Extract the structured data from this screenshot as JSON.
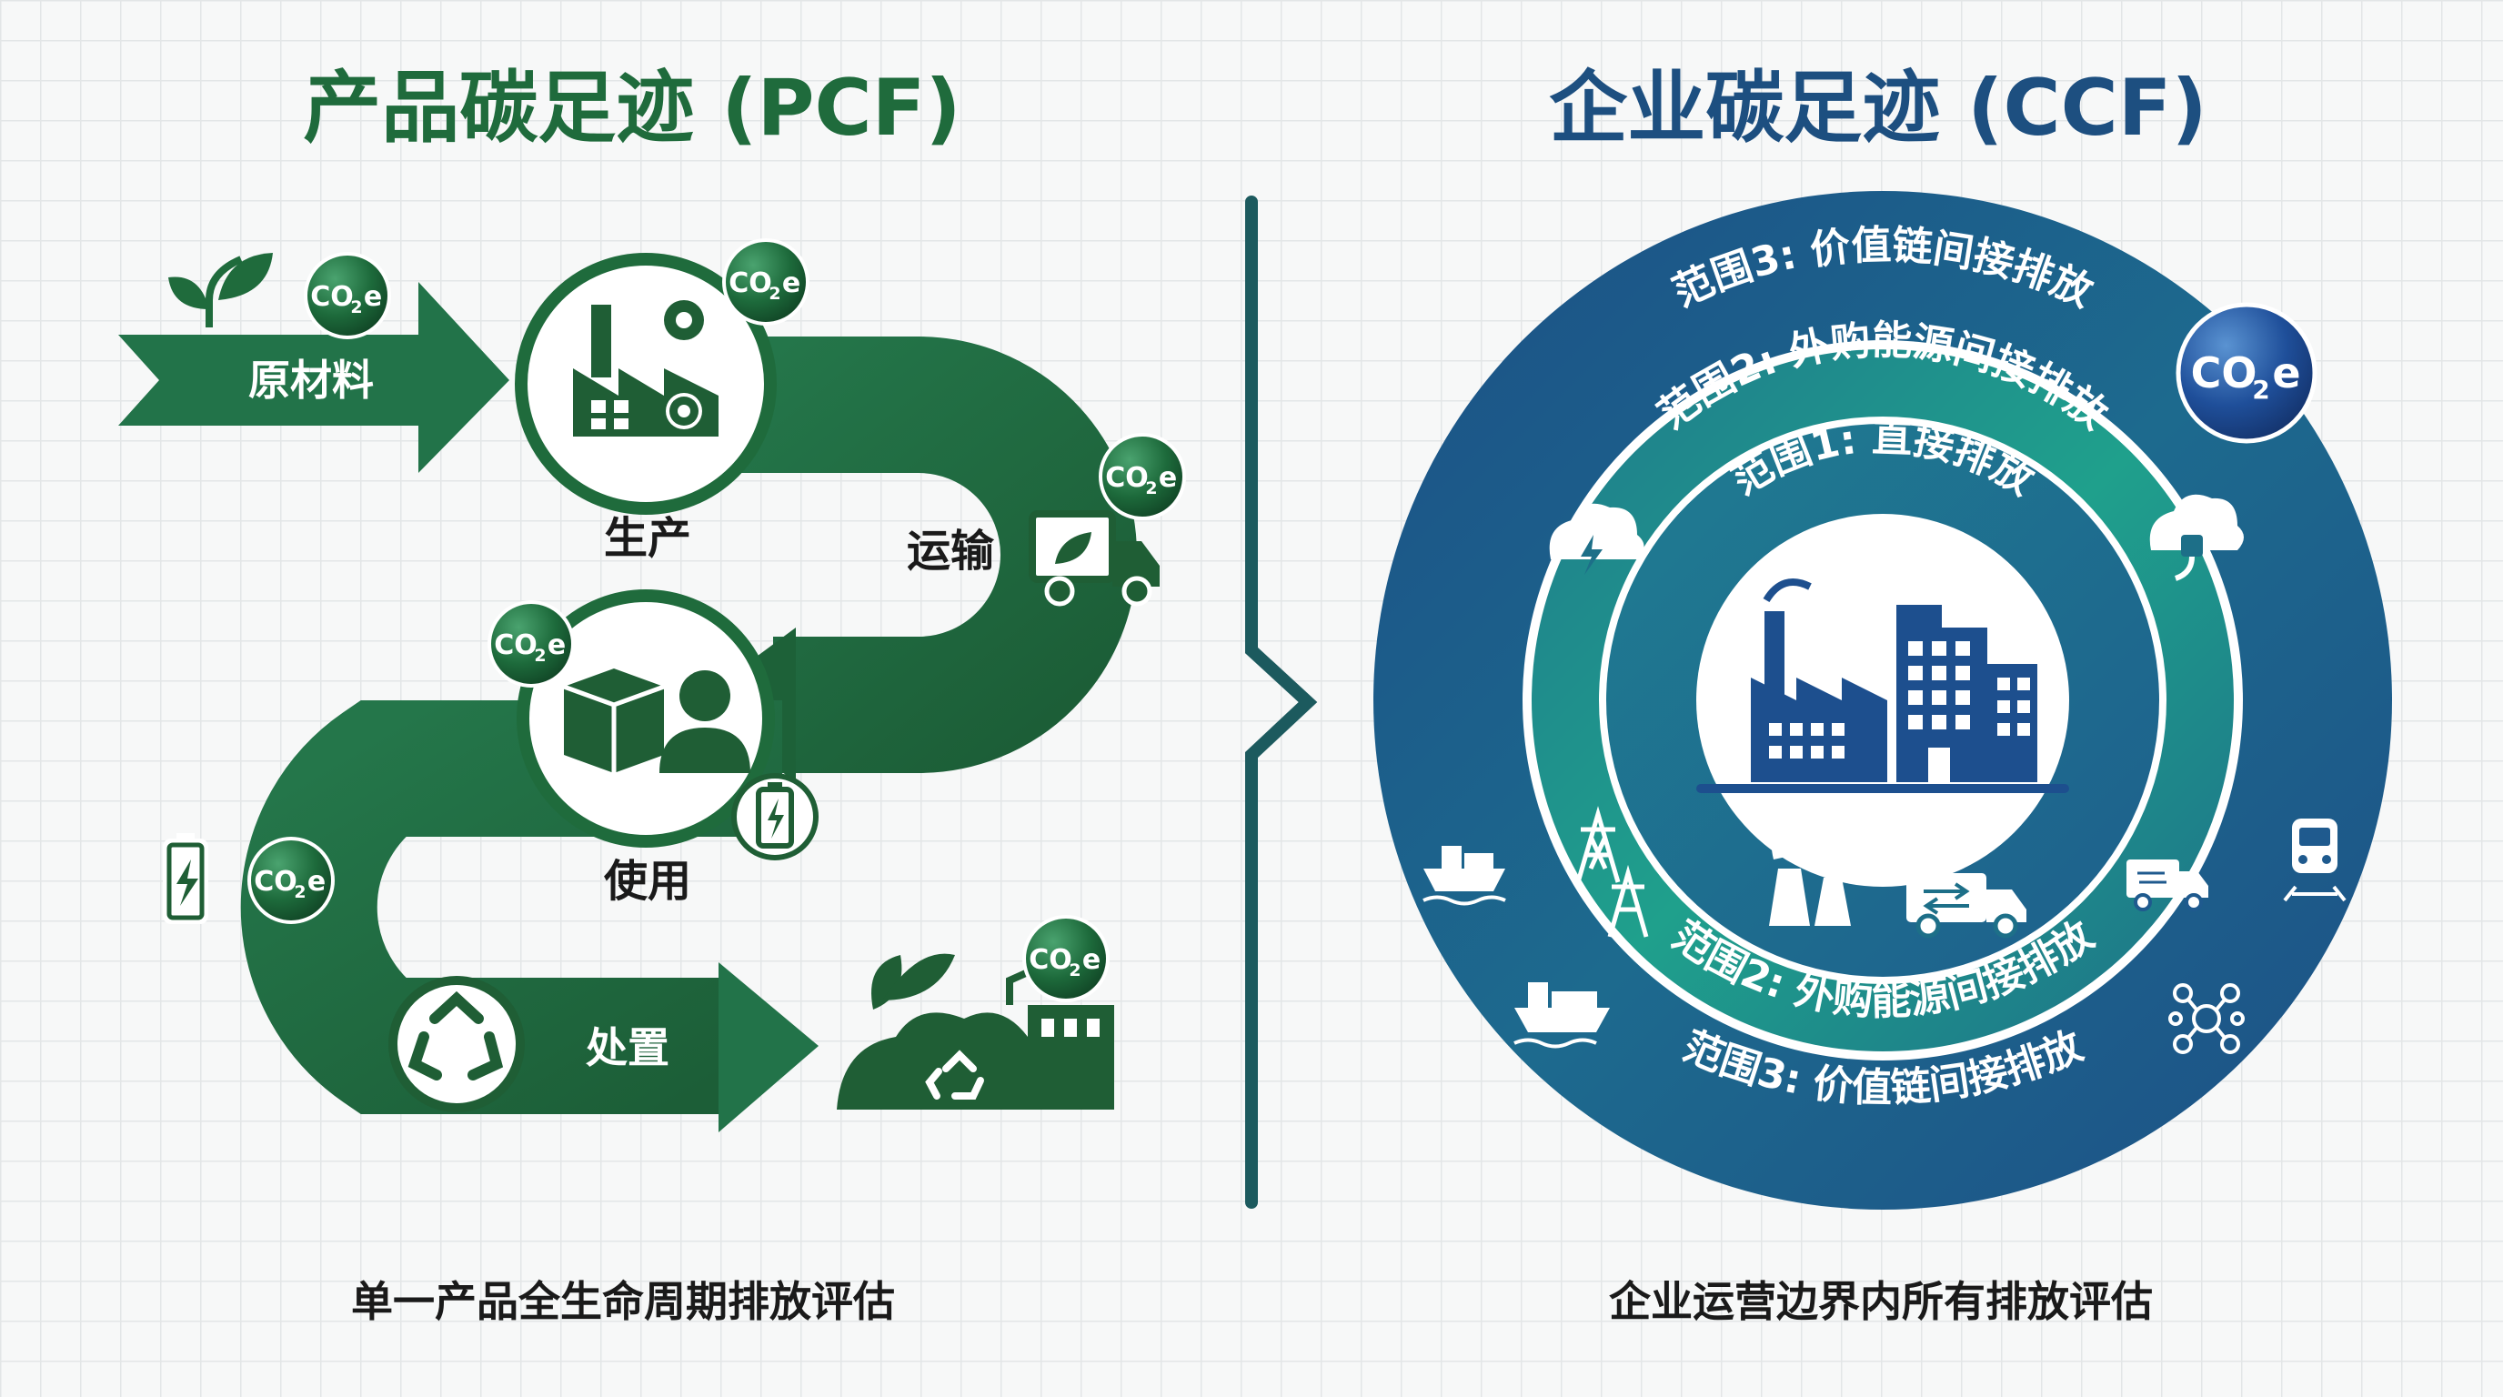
{
  "pcf": {
    "title": "产品碳足迹 (PCF)",
    "subtitle": "单一产品全生命周期排放评估",
    "stages": {
      "raw": "原材料",
      "production": "生产",
      "transport": "运输",
      "use": "使用",
      "disposal": "处置"
    }
  },
  "ccf": {
    "title": "企业碳足迹 (CCF)",
    "subtitle": "企业运营边界内所有排放评估",
    "scope3_top": "范围3: 价值链间接排放",
    "scope2_top": "范围2: 外购能源间接排放",
    "scope1": "范围1: 直接排放",
    "scope2_bottom": "范围2: 外购能源间接排放",
    "scope3_bottom": "范围3: 价值链间接排放"
  },
  "badge": {
    "main": "CO",
    "sub": "2",
    "suffix": "e"
  },
  "colors": {
    "pcf_green": "#1f6b3c",
    "ccf_blue": "#1d4f80",
    "ring_outer": "#1f5a8e",
    "ring_mid": "#1d8a84",
    "divider": "#1c5a5e"
  },
  "icons": [
    "leaf-icon",
    "factory-gear-icon",
    "truck-leaf-icon",
    "box-user-icon",
    "battery-icon",
    "recycle-icon",
    "landfill-icon",
    "factory-building-icon",
    "power-plant-icon",
    "cloud-lightning-icon",
    "cloud-plug-icon",
    "ship-icon",
    "power-tower-icon",
    "train-icon",
    "network-icon"
  ]
}
